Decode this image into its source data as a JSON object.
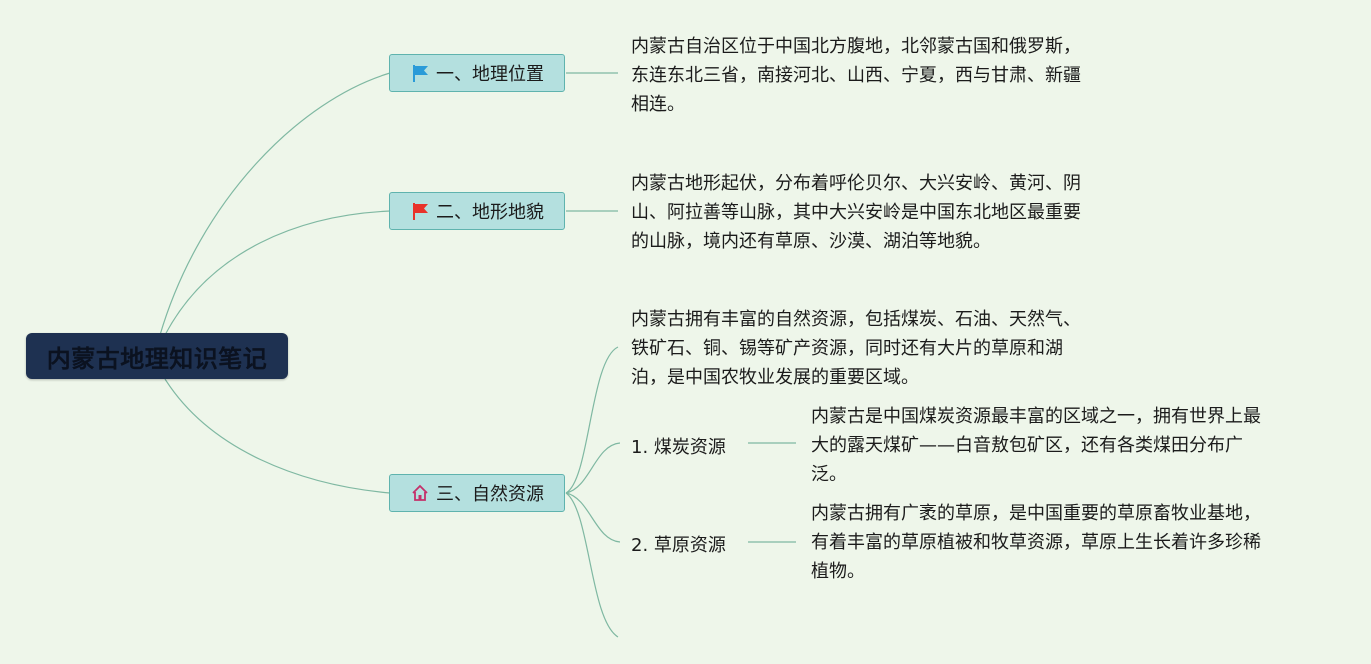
{
  "root": {
    "title": "内蒙古地理知识笔记"
  },
  "branches": [
    {
      "label": "一、地理位置",
      "icon": "blue-flag-icon",
      "note": [
        "内蒙古自治区位于中国北方腹地，北邻蒙古国和俄罗斯，",
        "东连东北三省，南接河北、山西、宁夏，西与甘肃、新疆",
        "相连。"
      ]
    },
    {
      "label": "二、地形地貌",
      "icon": "red-flag-icon",
      "note": [
        "内蒙古地形起伏，分布着呼伦贝尔、大兴安岭、黄河、阴",
        "山、阿拉善等山脉，其中大兴安岭是中国东北地区最重要",
        "的山脉，境内还有草原、沙漠、湖泊等地貌。"
      ]
    },
    {
      "label": "三、自然资源",
      "icon": "home-icon",
      "note": [
        "内蒙古拥有丰富的自然资源，包括煤炭、石油、天然气、",
        "铁矿石、铜、锡等矿产资源，同时还有大片的草原和湖",
        "泊，是中国农牧业发展的重要区域。"
      ],
      "children": [
        {
          "label": "1. 煤炭资源",
          "note": [
            "内蒙古是中国煤炭资源最丰富的区域之一，拥有世界上最",
            "大的露天煤矿——白音敖包矿区，还有各类煤田分布广",
            "泛。"
          ]
        },
        {
          "label": "2. 草原资源",
          "note": [
            "内蒙古拥有广袤的草原，是中国重要的草原畜牧业基地，",
            "有着丰富的草原植被和牧草资源，草原上生长着许多珍稀",
            "植物。"
          ]
        }
      ]
    }
  ],
  "colors": {
    "background": "#eef6ea",
    "root_fill": "#1e3151",
    "branch_fill": "#b4e0df",
    "branch_border": "#5fb3ae",
    "connector": "#7fb8a2",
    "blue_flag": "#2a9bd8",
    "red_flag": "#e8322a",
    "home_icon": "#c4306a"
  }
}
